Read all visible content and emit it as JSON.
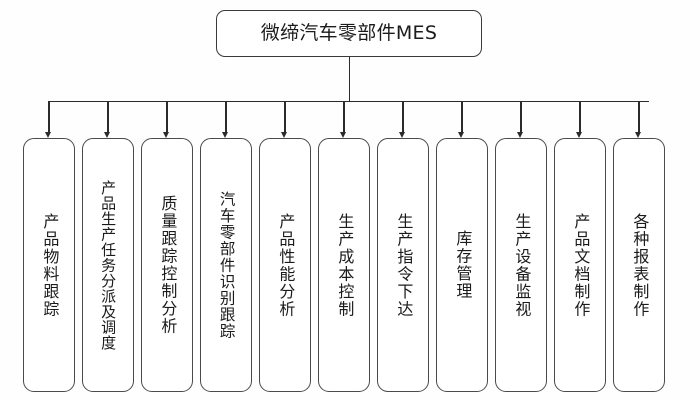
{
  "diagram": {
    "title": "微缔汽车零部件MES",
    "root": {
      "label": "微缔汽车零部件MES"
    },
    "connector": {
      "style": "orthogonal-bus",
      "arrow": "filled-triangle",
      "line_color": "#2b2b2b"
    },
    "colors": {
      "background": "#fefefe",
      "node_fill": "#ffffff",
      "node_border": "#4a4a4a",
      "root_border": "#3a3a3a",
      "text": "#1b1b1b",
      "line": "#2b2b2b"
    },
    "nodes": [
      {
        "id": "node-1",
        "label": "产品物料跟踪"
      },
      {
        "id": "node-2",
        "label": "产品生产任务分派及调度"
      },
      {
        "id": "node-3",
        "label": "质量跟踪控制分析"
      },
      {
        "id": "node-4",
        "label": "汽车零部件识别跟踪"
      },
      {
        "id": "node-5",
        "label": "产品性能分析"
      },
      {
        "id": "node-6",
        "label": "生产成本控制"
      },
      {
        "id": "node-7",
        "label": "生产指令下达"
      },
      {
        "id": "node-8",
        "label": "库存管理"
      },
      {
        "id": "node-9",
        "label": "生产设备监视"
      },
      {
        "id": "node-10",
        "label": "产品文档制作"
      },
      {
        "id": "node-11",
        "label": "各种报表制作"
      }
    ]
  }
}
